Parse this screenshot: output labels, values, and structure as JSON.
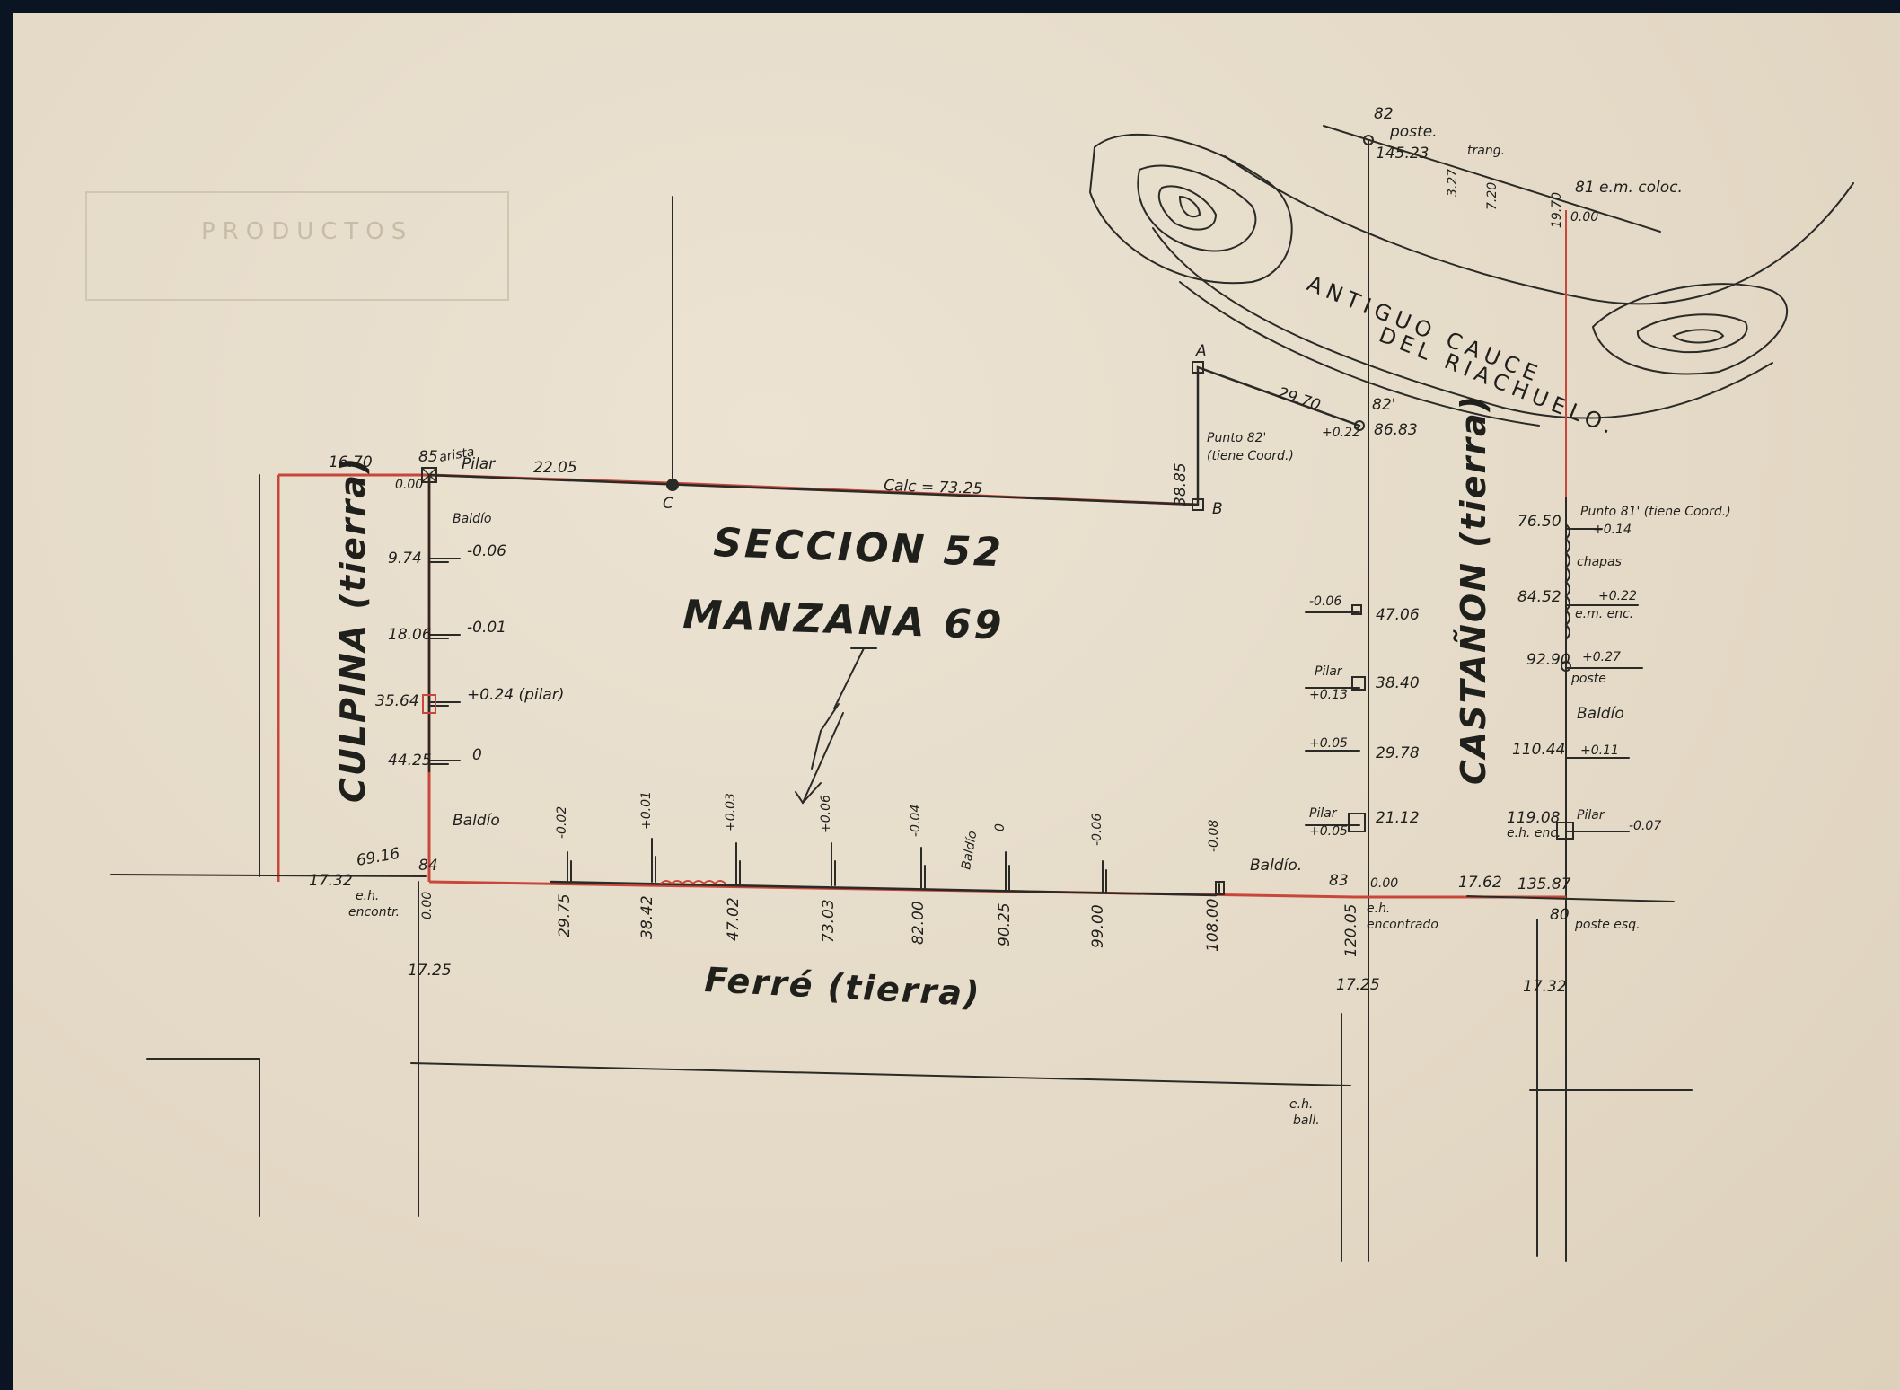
{
  "colors": {
    "paper": "#e6dccb",
    "ink": "#2a2a26",
    "lot_line": "#c8473a",
    "background": "#0b1422"
  },
  "faded_header": {
    "title": "PRODUCTOS"
  },
  "titles": {
    "section": "SECCION 52",
    "block": "MANZANA 69"
  },
  "streets": {
    "culpina": "CULPINA (tierra)",
    "castanon": "CASTAÑON (tierra)",
    "ferre": "Ferré (tierra)"
  },
  "river": {
    "line1": "ANTIGUO CAUCE",
    "line2": "DEL RIACHUELO."
  },
  "points": {
    "p82": "82",
    "p82_poste": "poste.",
    "p82_value": "145.23",
    "trang": "trang.",
    "d_327": "3.27",
    "d_720": "7.20",
    "p81": "81 e.m. coloc.",
    "p81_19": "19.70",
    "p81_0": "0.00",
    "p82prime": "82'",
    "p82prime_val": "86.83",
    "p82prime_off": "+0.22",
    "punto82_a": "Punto 82'",
    "punto82_b": "(tiene Coord.)",
    "pA": "A",
    "pB": "B",
    "dist_2970": "29.70",
    "dist_3885": "38.85",
    "calc": "Calc = 73.25",
    "pC": "C",
    "dist_2205": "22.05",
    "p85": "85",
    "arista": "arista",
    "pilar_85": "Pilar",
    "d_1670": "16.70",
    "d_000_85": "0.00",
    "p84": "84",
    "p83": "83",
    "p80": "80",
    "poste_esq": "poste esq.",
    "eh_encontr_a": "e.h.",
    "eh_encontr_b": "encontr.",
    "eh_encontrado_a": "e.h.",
    "eh_encontrado_b": "encontrado",
    "eh_ball_a": "e.h.",
    "eh_ball_b": "ball.",
    "d_6916": "69.16",
    "d_1732_l": "17.32",
    "d_1725_l": "17.25",
    "d_000_84": "0.00",
    "d_000_83": "0.00",
    "d_12005": "120.05",
    "d_1725_r": "17.25",
    "d_1762": "17.62",
    "d_13587": "135.87",
    "d_1732_r": "17.32"
  },
  "culpina_measures": [
    {
      "dist": "9.74",
      "off": "-0.06"
    },
    {
      "dist": "18.06",
      "off": "-0.01"
    },
    {
      "dist": "35.64",
      "off": "+0.24 (pilar)"
    },
    {
      "dist": "44.25",
      "off": "0"
    }
  ],
  "ferre_measures": [
    {
      "dist": "29.75",
      "off": "-0.02"
    },
    {
      "dist": "38.42",
      "off": "+0.01"
    },
    {
      "dist": "47.02",
      "off": "+0.03"
    },
    {
      "dist": "73.03",
      "off": "+0.06"
    },
    {
      "dist": "82.00",
      "off": "-0.04"
    },
    {
      "dist": "90.25",
      "off": "0"
    },
    {
      "dist": "99.00",
      "off": "-0.06"
    },
    {
      "dist": "108.00",
      "off": "-0.08"
    }
  ],
  "center_line": [
    {
      "dist": "47.06",
      "off": "-0.06",
      "note": ""
    },
    {
      "dist": "38.40",
      "off": "+0.13",
      "note": "Pilar"
    },
    {
      "dist": "29.78",
      "off": "+0.05",
      "note": ""
    },
    {
      "dist": "21.12",
      "off": "+0.05",
      "note": "Pilar"
    }
  ],
  "castanon_line": [
    {
      "dist": "76.50",
      "off": "+0.14",
      "note": "Punto 81' (tiene Coord.)"
    },
    {
      "dist": "84.52",
      "off": "+0.22",
      "note": "chapas"
    },
    {
      "dist": "92.90",
      "off": "+0.27",
      "note": "poste"
    },
    {
      "dist": "110.44",
      "off": "+0.11",
      "note": ""
    },
    {
      "dist": "119.08",
      "off": "-0.07",
      "note": "Pilar"
    }
  ],
  "notes": {
    "baldio_1": "Baldío",
    "baldio_2": "Baldío",
    "baldio_3": "Baldío",
    "baldio_4": "Baldío.",
    "baldio_5": "Baldío",
    "em_enc": "e.m. enc.",
    "eh_enc": "e.h. enc."
  }
}
